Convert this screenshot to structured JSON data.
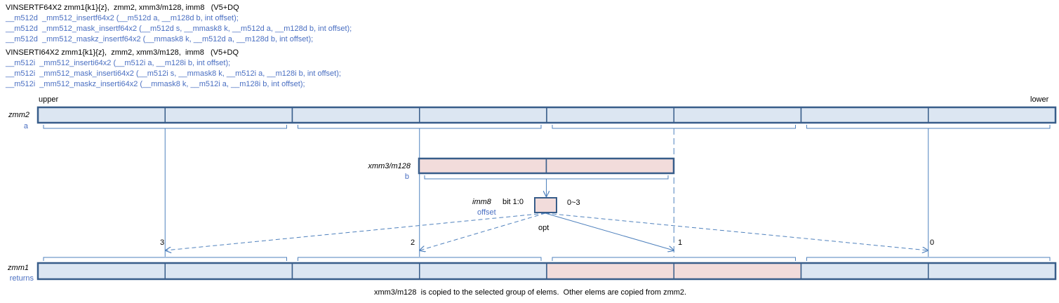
{
  "header": {
    "insertf_sig": "VINSERTF64X2 zmm1{k1}{z},  zmm2, xmm3/m128, imm8   (V5+DQ",
    "insertf_protos": [
      "__m512d  _mm512_insertf64x2 (__m512d a, __m128d b, int offset);",
      "__m512d  _mm512_mask_insertf64x2 (__m512d s, __mmask8 k, __m512d a, __m128d b, int offset);",
      "__m512d  _mm512_maskz_insertf64x2 (__mmask8 k, __m512d a, __m128d b, int offset);"
    ],
    "inserti_sig": "VINSERTI64X2 zmm1{k1}{z},  zmm2, xmm3/m128,  imm8   (V5+DQ",
    "inserti_protos": [
      "__m512i  _mm512_inserti64x2 (__m512i a, __m128i b, int offset);",
      "__m512i  _mm512_mask_inserti64x2 (__m512i s, __mmask8 k, __m512i a, __m128i b, int offset);",
      "__m512i  _mm512_maskz_inserti64x2 (__mmask8 k, __m512i a, __m128i b, int offset);"
    ]
  },
  "diagram": {
    "upper": "upper",
    "lower": "lower",
    "src1_name": "zmm2",
    "src1_param": "a",
    "src2_name": "xmm3/m128",
    "src2_param": "b",
    "imm_name": "imm8",
    "imm_bits": "bit 1:0",
    "imm_param": "offset",
    "imm_range": "0~3",
    "opt": "opt",
    "lane_labels": [
      "3",
      "2",
      "1",
      "0"
    ],
    "dst_name": "zmm1",
    "dst_param": "returns",
    "caption": "xmm3/m128  is copied to the selected group of elems.  Other elems are copied from zmm2.",
    "selected_lane": 1
  },
  "colors": {
    "register_fill": "#dce6f2",
    "highlight_fill": "#f2dcdb",
    "register_border": "#385d8a",
    "arrow": "#4f81bd",
    "text_blue": "#4a6fc2"
  }
}
